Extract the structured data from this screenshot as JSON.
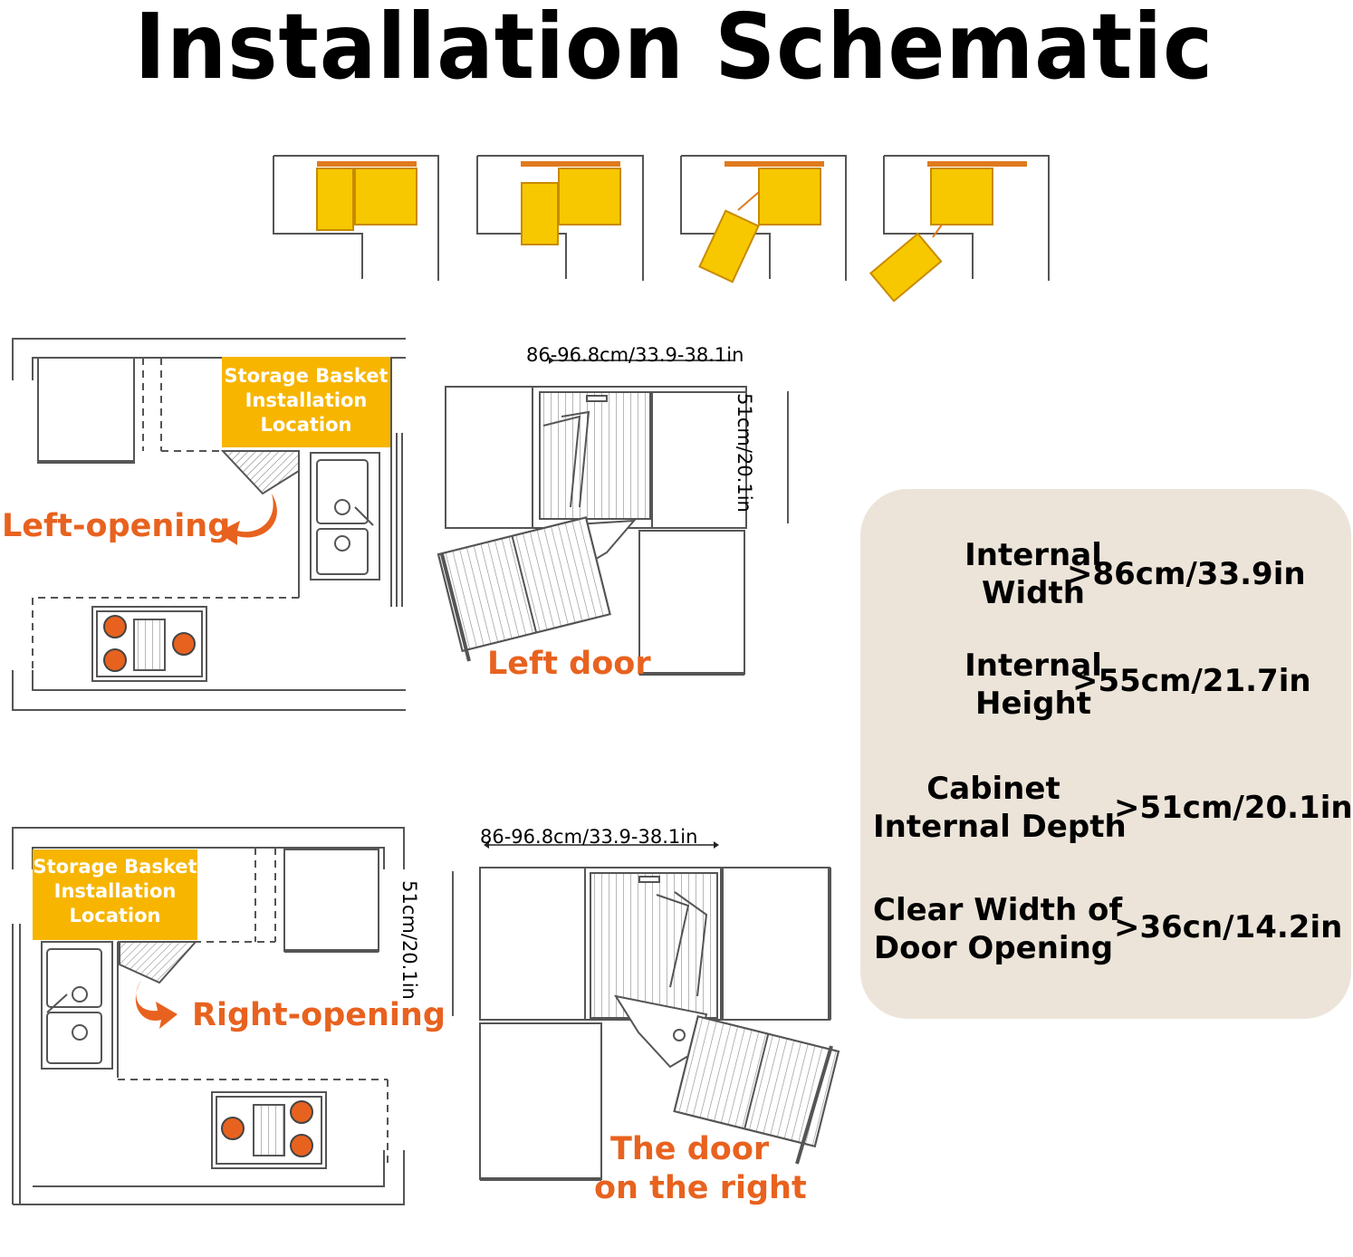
{
  "title": "Installation Schematic",
  "colors": {
    "yellow": "#f7b500",
    "orange": "#e8621f",
    "burner": "#e8621f",
    "panel": "#ece4d9",
    "line": "#555555"
  },
  "left_plan": {
    "basket_label": "Storage Basket Installation Location",
    "opening_label": "Left-opening"
  },
  "right_plan": {
    "basket_label": "Storage Basket Installation Location",
    "opening_label": "Right-opening"
  },
  "left_cabinet": {
    "width_dim": "86-96.8cm/33.9-38.1in",
    "depth_dim": "51cm/20.1in",
    "door_label": "Left door"
  },
  "right_cabinet": {
    "width_dim": "86-96.8cm/33.9-38.1in",
    "depth_dim": "51cm/20.1in",
    "door_label_line1": "The door",
    "door_label_line2": "on the right"
  },
  "specs": [
    {
      "name_line1": "Internal",
      "name_line2": "Width",
      "value": ">86cm/33.9in"
    },
    {
      "name_line1": "Internal",
      "name_line2": "Height",
      "value": ">55cm/21.7in"
    },
    {
      "name_line1": "Cabinet",
      "name_line2": "Internal Depth",
      "value": ">51cm/20.1in"
    },
    {
      "name_line1": "Clear Width of",
      "name_line2": "Door Opening",
      "value": ">36cn/14.2in"
    }
  ]
}
